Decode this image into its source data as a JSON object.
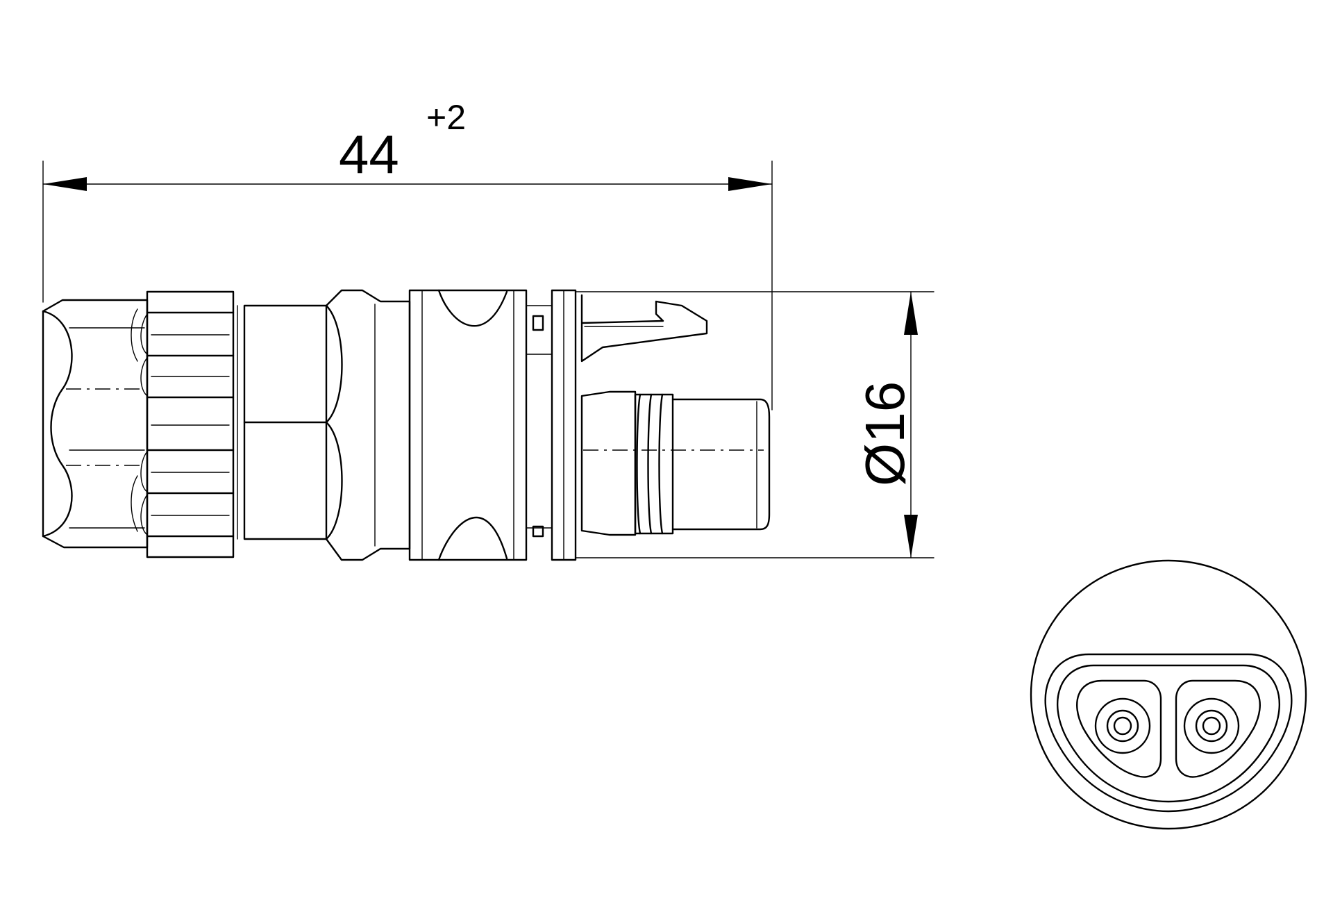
{
  "drawing": {
    "length_dimension": {
      "value": "44",
      "tolerance": "+2"
    },
    "diameter_dimension": {
      "value": "Ø16"
    }
  }
}
